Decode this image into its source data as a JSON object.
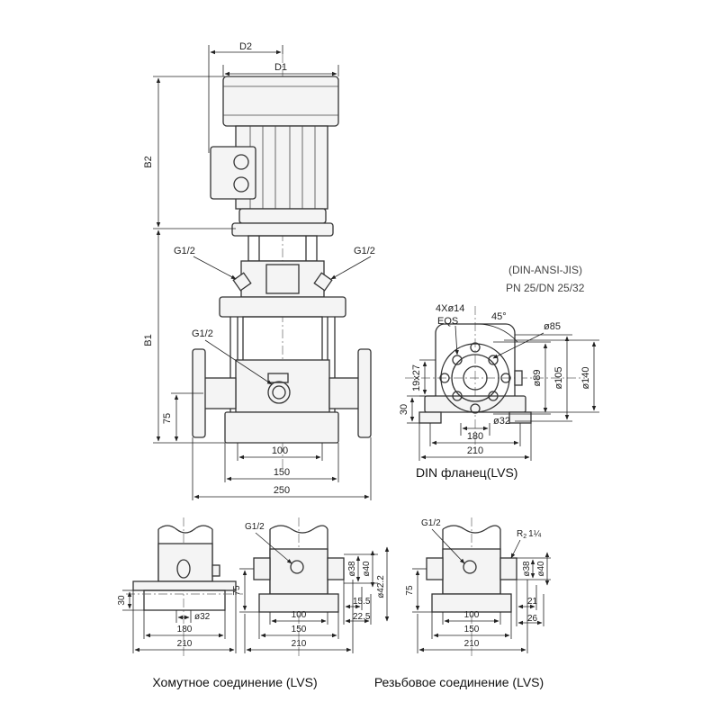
{
  "main_view": {
    "labels": {
      "d2": "D2",
      "d1": "D1",
      "b2": "B2",
      "b1": "B1",
      "g12_left": "G1/2",
      "g12_right": "G1/2",
      "g12_bottom": "G1/2",
      "h75": "75",
      "w100": "100",
      "w150": "150",
      "w250": "250"
    }
  },
  "flange_view": {
    "standards_line1": "(DIN-ANSI-JIS)",
    "standards_line2": "PN 25/DN 25/32",
    "bolts": "4Xø14",
    "eqs": "EQS",
    "angle": "45°",
    "d85": "ø85",
    "d89": "ø89",
    "d105": "ø105",
    "d140": "ø140",
    "slot": "19x27",
    "h30": "30",
    "d32": "ø32",
    "w180": "180",
    "w210": "210",
    "caption": "DIN фланец(LVS)"
  },
  "clamp_view": {
    "h30": "30",
    "h75": "75",
    "d32": "ø32",
    "w180": "180",
    "w210": "210",
    "g12": "G1/2",
    "w100": "100",
    "w150": "150",
    "d38": "ø38",
    "d40": "ø40",
    "d42": "ø42.2",
    "l155": "15.5",
    "l225": "22.5",
    "w210b": "210",
    "caption": "Хомутное соединение (LVS)"
  },
  "thread_view": {
    "g12": "G1/2",
    "rp_main": "R",
    "rp_sub": "2",
    "rp_size": "1¼",
    "h75": "75",
    "w100": "100",
    "w150": "150",
    "w210": "210",
    "d38": "ø38",
    "d40": "ø40",
    "l21": "21",
    "l26": "26",
    "caption": "Резьбовое соединение (LVS)"
  }
}
